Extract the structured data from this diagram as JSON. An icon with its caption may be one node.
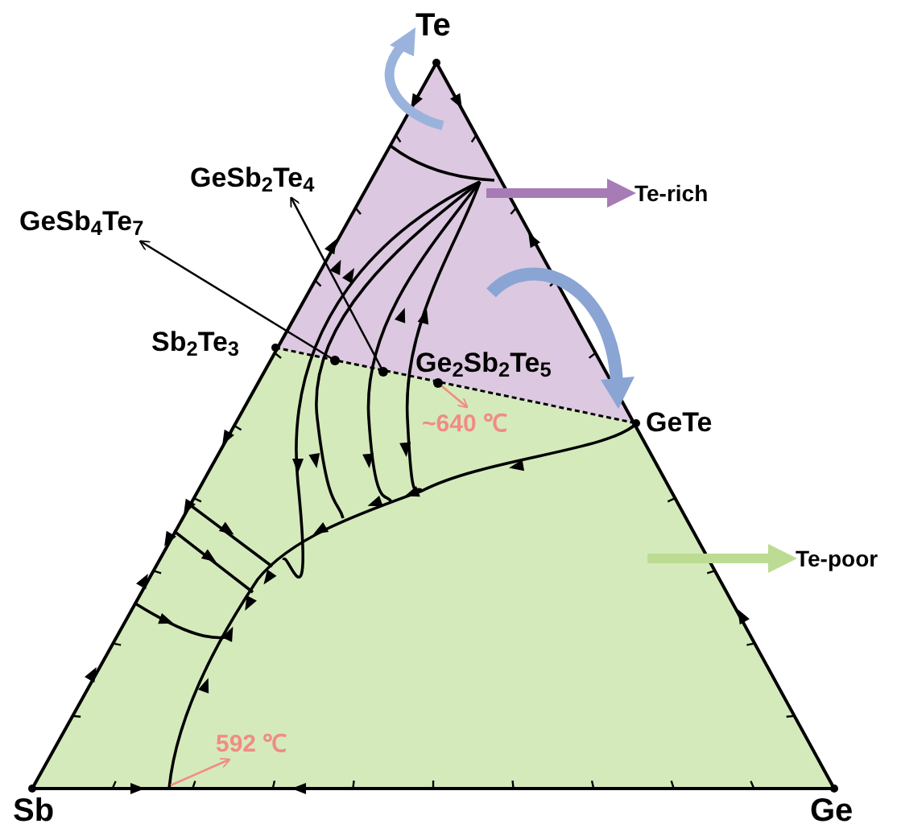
{
  "diagram": {
    "nodes": [
      {
        "text": [
          "Te"
        ]
      },
      {
        "text": [
          "GeSb$_{2}$Te$_{4}$"
        ]
      },
      {
        "text": [
          "GeSb$_{4}$Te$_{7}$"
        ]
      },
      {
        "text": [
          "Sb$_{2}$Te$_{3}$"
        ]
      },
      {
        "text": [
          "Ge$_{2}$Sb$_{2}$Te$_{5}$"
        ]
      },
      {
        "text": [
          "GeTe"
        ]
      },
      {
        "text": [
          "~640 ℃"
        ]
      },
      {
        "text": [
          "Te-rich"
        ]
      },
      {
        "text": [
          "Te-poor"
        ]
      },
      {
        "text": [
          "592 ℃"
        ]
      },
      {
        "text": [
          "Sb"
        ]
      },
      {
        "text": [
          "Ge"
        ]
      },
      {
        "text": [],
        "shape": "circle"
      },
      {
        "text": [],
        "shape": "circle"
      },
      {
        "text": [],
        "shape": "circle"
      }
    ],
    "edges": [
      {
        "from": 12,
        "to": 2,
        "arrow": "to"
      },
      {
        "from": 13,
        "to": 1,
        "arrow": "to"
      },
      {
        "from": 14,
        "to": 6,
        "arrow": "to",
        "color": "#f08c84"
      },
      {
        "from": null,
        "to": 9,
        "arrow": "to",
        "color": "#f08c84"
      },
      {
        "from": null,
        "to": 7,
        "arrow": "to",
        "style": "thick",
        "color": "#a77bb5"
      },
      {
        "from": null,
        "to": 8,
        "arrow": "to",
        "style": "thick",
        "color": "#bcdc94"
      }
    ]
  }
}
